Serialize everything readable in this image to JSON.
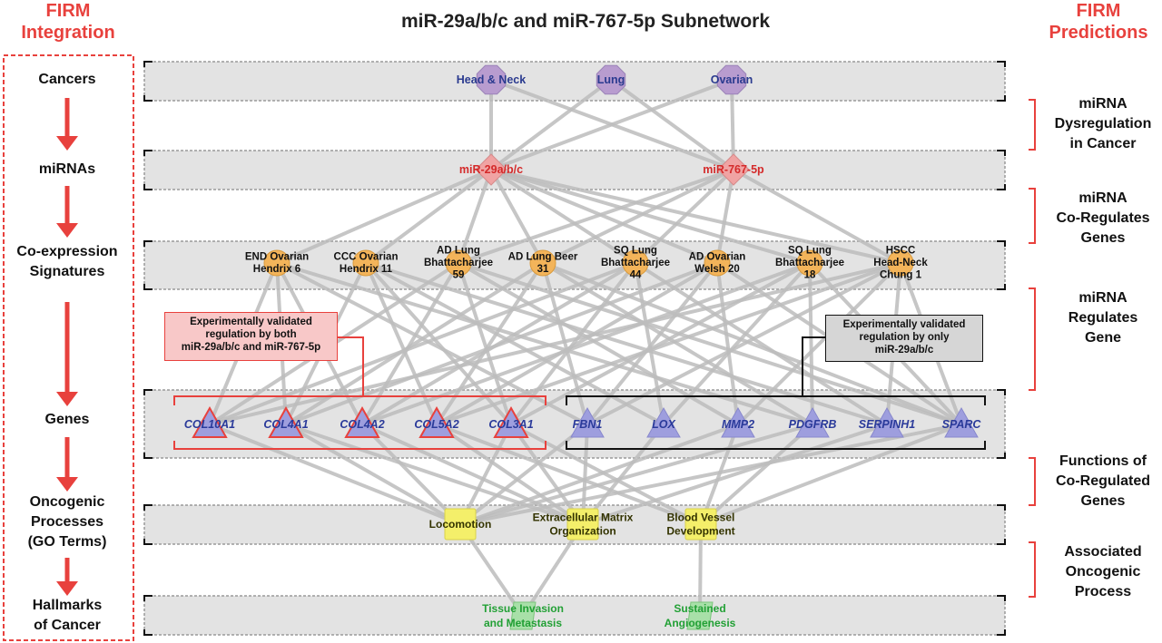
{
  "title": "miR-29a/b/c and miR-767-5p Subnetwork",
  "left_header": [
    "FIRM",
    "Integration"
  ],
  "right_header": [
    "FIRM",
    "Predictions"
  ],
  "stages": [
    {
      "lines": [
        "Cancers"
      ]
    },
    {
      "lines": [
        "miRNAs"
      ]
    },
    {
      "lines": [
        "Co-expression",
        "Signatures"
      ]
    },
    {
      "lines": [
        "Genes"
      ]
    },
    {
      "lines": [
        "Oncogenic",
        "Processes",
        "(GO Terms)"
      ]
    },
    {
      "lines": [
        "Hallmarks",
        "of Cancer"
      ]
    }
  ],
  "predictions": [
    {
      "lines": [
        "miRNA",
        "Dysregulation",
        "in Cancer"
      ]
    },
    {
      "lines": [
        "miRNA",
        "Co-Regulates",
        "Genes"
      ]
    },
    {
      "lines": [
        "miRNA",
        "Regulates",
        "Gene"
      ]
    },
    {
      "lines": [
        "Functions of",
        "Co-Regulated",
        "Genes"
      ]
    },
    {
      "lines": [
        "Associated",
        "Oncogenic",
        "Process"
      ]
    }
  ],
  "nodes": {
    "cancers": [
      {
        "id": "hn",
        "label": [
          "Head & Neck"
        ]
      },
      {
        "id": "lung",
        "label": [
          "Lung"
        ]
      },
      {
        "id": "ov",
        "label": [
          "Ovarian"
        ]
      }
    ],
    "mirnas": [
      {
        "id": "m29",
        "label": [
          "miR-29a/b/c"
        ]
      },
      {
        "id": "m767",
        "label": [
          "miR-767-5p"
        ]
      }
    ],
    "signatures": [
      {
        "id": "s1",
        "label": [
          "END Ovarian",
          "Hendrix 6"
        ]
      },
      {
        "id": "s2",
        "label": [
          "CCC Ovarian",
          "Hendrix 11"
        ]
      },
      {
        "id": "s3",
        "label": [
          "AD Lung",
          "Bhattacharjee",
          "59"
        ]
      },
      {
        "id": "s4",
        "label": [
          "AD Lung Beer",
          "31"
        ]
      },
      {
        "id": "s5",
        "label": [
          "SQ Lung",
          "Bhattacharjee",
          "44"
        ]
      },
      {
        "id": "s6",
        "label": [
          "AD Ovarian",
          "Welsh 20"
        ]
      },
      {
        "id": "s7",
        "label": [
          "SQ Lung",
          "Bhattacharjee",
          "18"
        ]
      },
      {
        "id": "s8",
        "label": [
          "HSCC",
          "Head-Neck",
          "Chung 1"
        ]
      }
    ],
    "genes": [
      {
        "id": "g1",
        "label": "COL10A1",
        "group": "both"
      },
      {
        "id": "g2",
        "label": "COL4A1",
        "group": "both"
      },
      {
        "id": "g3",
        "label": "COL4A2",
        "group": "both"
      },
      {
        "id": "g4",
        "label": "COL5A2",
        "group": "both"
      },
      {
        "id": "g5",
        "label": "COL3A1",
        "group": "both"
      },
      {
        "id": "g6",
        "label": "FBN1",
        "group": "only"
      },
      {
        "id": "g7",
        "label": "LOX",
        "group": "only"
      },
      {
        "id": "g8",
        "label": "MMP2",
        "group": "only"
      },
      {
        "id": "g9",
        "label": "PDGFRB",
        "group": "only"
      },
      {
        "id": "g10",
        "label": "SERPINH1",
        "group": "only"
      },
      {
        "id": "g11",
        "label": "SPARC",
        "group": "only"
      }
    ],
    "processes": [
      {
        "id": "p1",
        "label": [
          "Locomotion"
        ]
      },
      {
        "id": "p2",
        "label": [
          "Extracellular Matrix",
          "Organization"
        ]
      },
      {
        "id": "p3",
        "label": [
          "Blood Vessel",
          "Development"
        ]
      }
    ],
    "hallmarks": [
      {
        "id": "h1",
        "label": [
          "Tissue Invasion",
          "and Metastasis"
        ]
      },
      {
        "id": "h2",
        "label": [
          "Sustained",
          "Angiogenesis"
        ]
      }
    ]
  },
  "callouts": {
    "both": [
      "Experimentally validated",
      "regulation by both",
      "miR-29a/b/c and miR-767-5p"
    ],
    "only": [
      "Experimentally validated",
      "regulation by only",
      "miR-29a/b/c"
    ]
  },
  "colors": {
    "band_fill": "#e3e3e3",
    "band_border": "#9a9a9a",
    "edge": "#bdbdbd",
    "cancer_fill": "#b89ccf",
    "cancer_text": "#2a3a8f",
    "mirna_fill": "#f0a3a3",
    "mirna_text": "#d42a2a",
    "signature_fill": "#f3b45a",
    "gene_fill": "#9e9ede",
    "gene_text": "#2a3a9a",
    "gene_outline_red": "#e8413d",
    "process_fill": "#f4ef6a",
    "process_text": "#333300",
    "hallmark_fill": "#a8e0a8",
    "hallmark_text": "#22a035",
    "accent_red": "#e8413d",
    "callout_red_fill": "#f8c8c8",
    "callout_gray_fill": "#d6d6d6"
  },
  "edges": [
    [
      "hn",
      "m29"
    ],
    [
      "lung",
      "m29"
    ],
    [
      "ov",
      "m29"
    ],
    [
      "hn",
      "m767"
    ],
    [
      "lung",
      "m767"
    ],
    [
      "ov",
      "m767"
    ],
    [
      "m29",
      "s1"
    ],
    [
      "m29",
      "s2"
    ],
    [
      "m29",
      "s3"
    ],
    [
      "m29",
      "s4"
    ],
    [
      "m29",
      "s5"
    ],
    [
      "m29",
      "s6"
    ],
    [
      "m29",
      "s7"
    ],
    [
      "m29",
      "s8"
    ],
    [
      "m767",
      "s3"
    ],
    [
      "m767",
      "s4"
    ],
    [
      "m767",
      "s5"
    ],
    [
      "m767",
      "s6"
    ],
    [
      "m767",
      "s8"
    ],
    [
      "s1",
      "g1"
    ],
    [
      "s1",
      "g2"
    ],
    [
      "s1",
      "g3"
    ],
    [
      "s1",
      "g6"
    ],
    [
      "s1",
      "g9"
    ],
    [
      "s2",
      "g2"
    ],
    [
      "s2",
      "g4"
    ],
    [
      "s2",
      "g5"
    ],
    [
      "s2",
      "g7"
    ],
    [
      "s2",
      "g10"
    ],
    [
      "s3",
      "g1"
    ],
    [
      "s3",
      "g3"
    ],
    [
      "s3",
      "g5"
    ],
    [
      "s3",
      "g8"
    ],
    [
      "s3",
      "g11"
    ],
    [
      "s4",
      "g2"
    ],
    [
      "s4",
      "g4"
    ],
    [
      "s4",
      "g6"
    ],
    [
      "s4",
      "g9"
    ],
    [
      "s4",
      "g11"
    ],
    [
      "s5",
      "g1"
    ],
    [
      "s5",
      "g3"
    ],
    [
      "s5",
      "g5"
    ],
    [
      "s5",
      "g7"
    ],
    [
      "s5",
      "g10"
    ],
    [
      "s6",
      "g2"
    ],
    [
      "s6",
      "g4"
    ],
    [
      "s6",
      "g6"
    ],
    [
      "s6",
      "g8"
    ],
    [
      "s6",
      "g11"
    ],
    [
      "s7",
      "g3"
    ],
    [
      "s7",
      "g5"
    ],
    [
      "s7",
      "g7"
    ],
    [
      "s7",
      "g9"
    ],
    [
      "s7",
      "g11"
    ],
    [
      "s8",
      "g1"
    ],
    [
      "s8",
      "g4"
    ],
    [
      "s8",
      "g6"
    ],
    [
      "s8",
      "g8"
    ],
    [
      "s8",
      "g10"
    ],
    [
      "s8",
      "g11"
    ],
    [
      "g1",
      "p1"
    ],
    [
      "g2",
      "p1"
    ],
    [
      "g2",
      "p2"
    ],
    [
      "g3",
      "p1"
    ],
    [
      "g3",
      "p2"
    ],
    [
      "g4",
      "p2"
    ],
    [
      "g4",
      "p3"
    ],
    [
      "g5",
      "p1"
    ],
    [
      "g5",
      "p2"
    ],
    [
      "g5",
      "p3"
    ],
    [
      "g6",
      "p1"
    ],
    [
      "g6",
      "p2"
    ],
    [
      "g7",
      "p2"
    ],
    [
      "g8",
      "p1"
    ],
    [
      "g8",
      "p3"
    ],
    [
      "g9",
      "p1"
    ],
    [
      "g9",
      "p3"
    ],
    [
      "g10",
      "p2"
    ],
    [
      "g11",
      "p1"
    ],
    [
      "g11",
      "p3"
    ],
    [
      "p1",
      "h1"
    ],
    [
      "p2",
      "h1"
    ],
    [
      "p3",
      "h2"
    ]
  ]
}
